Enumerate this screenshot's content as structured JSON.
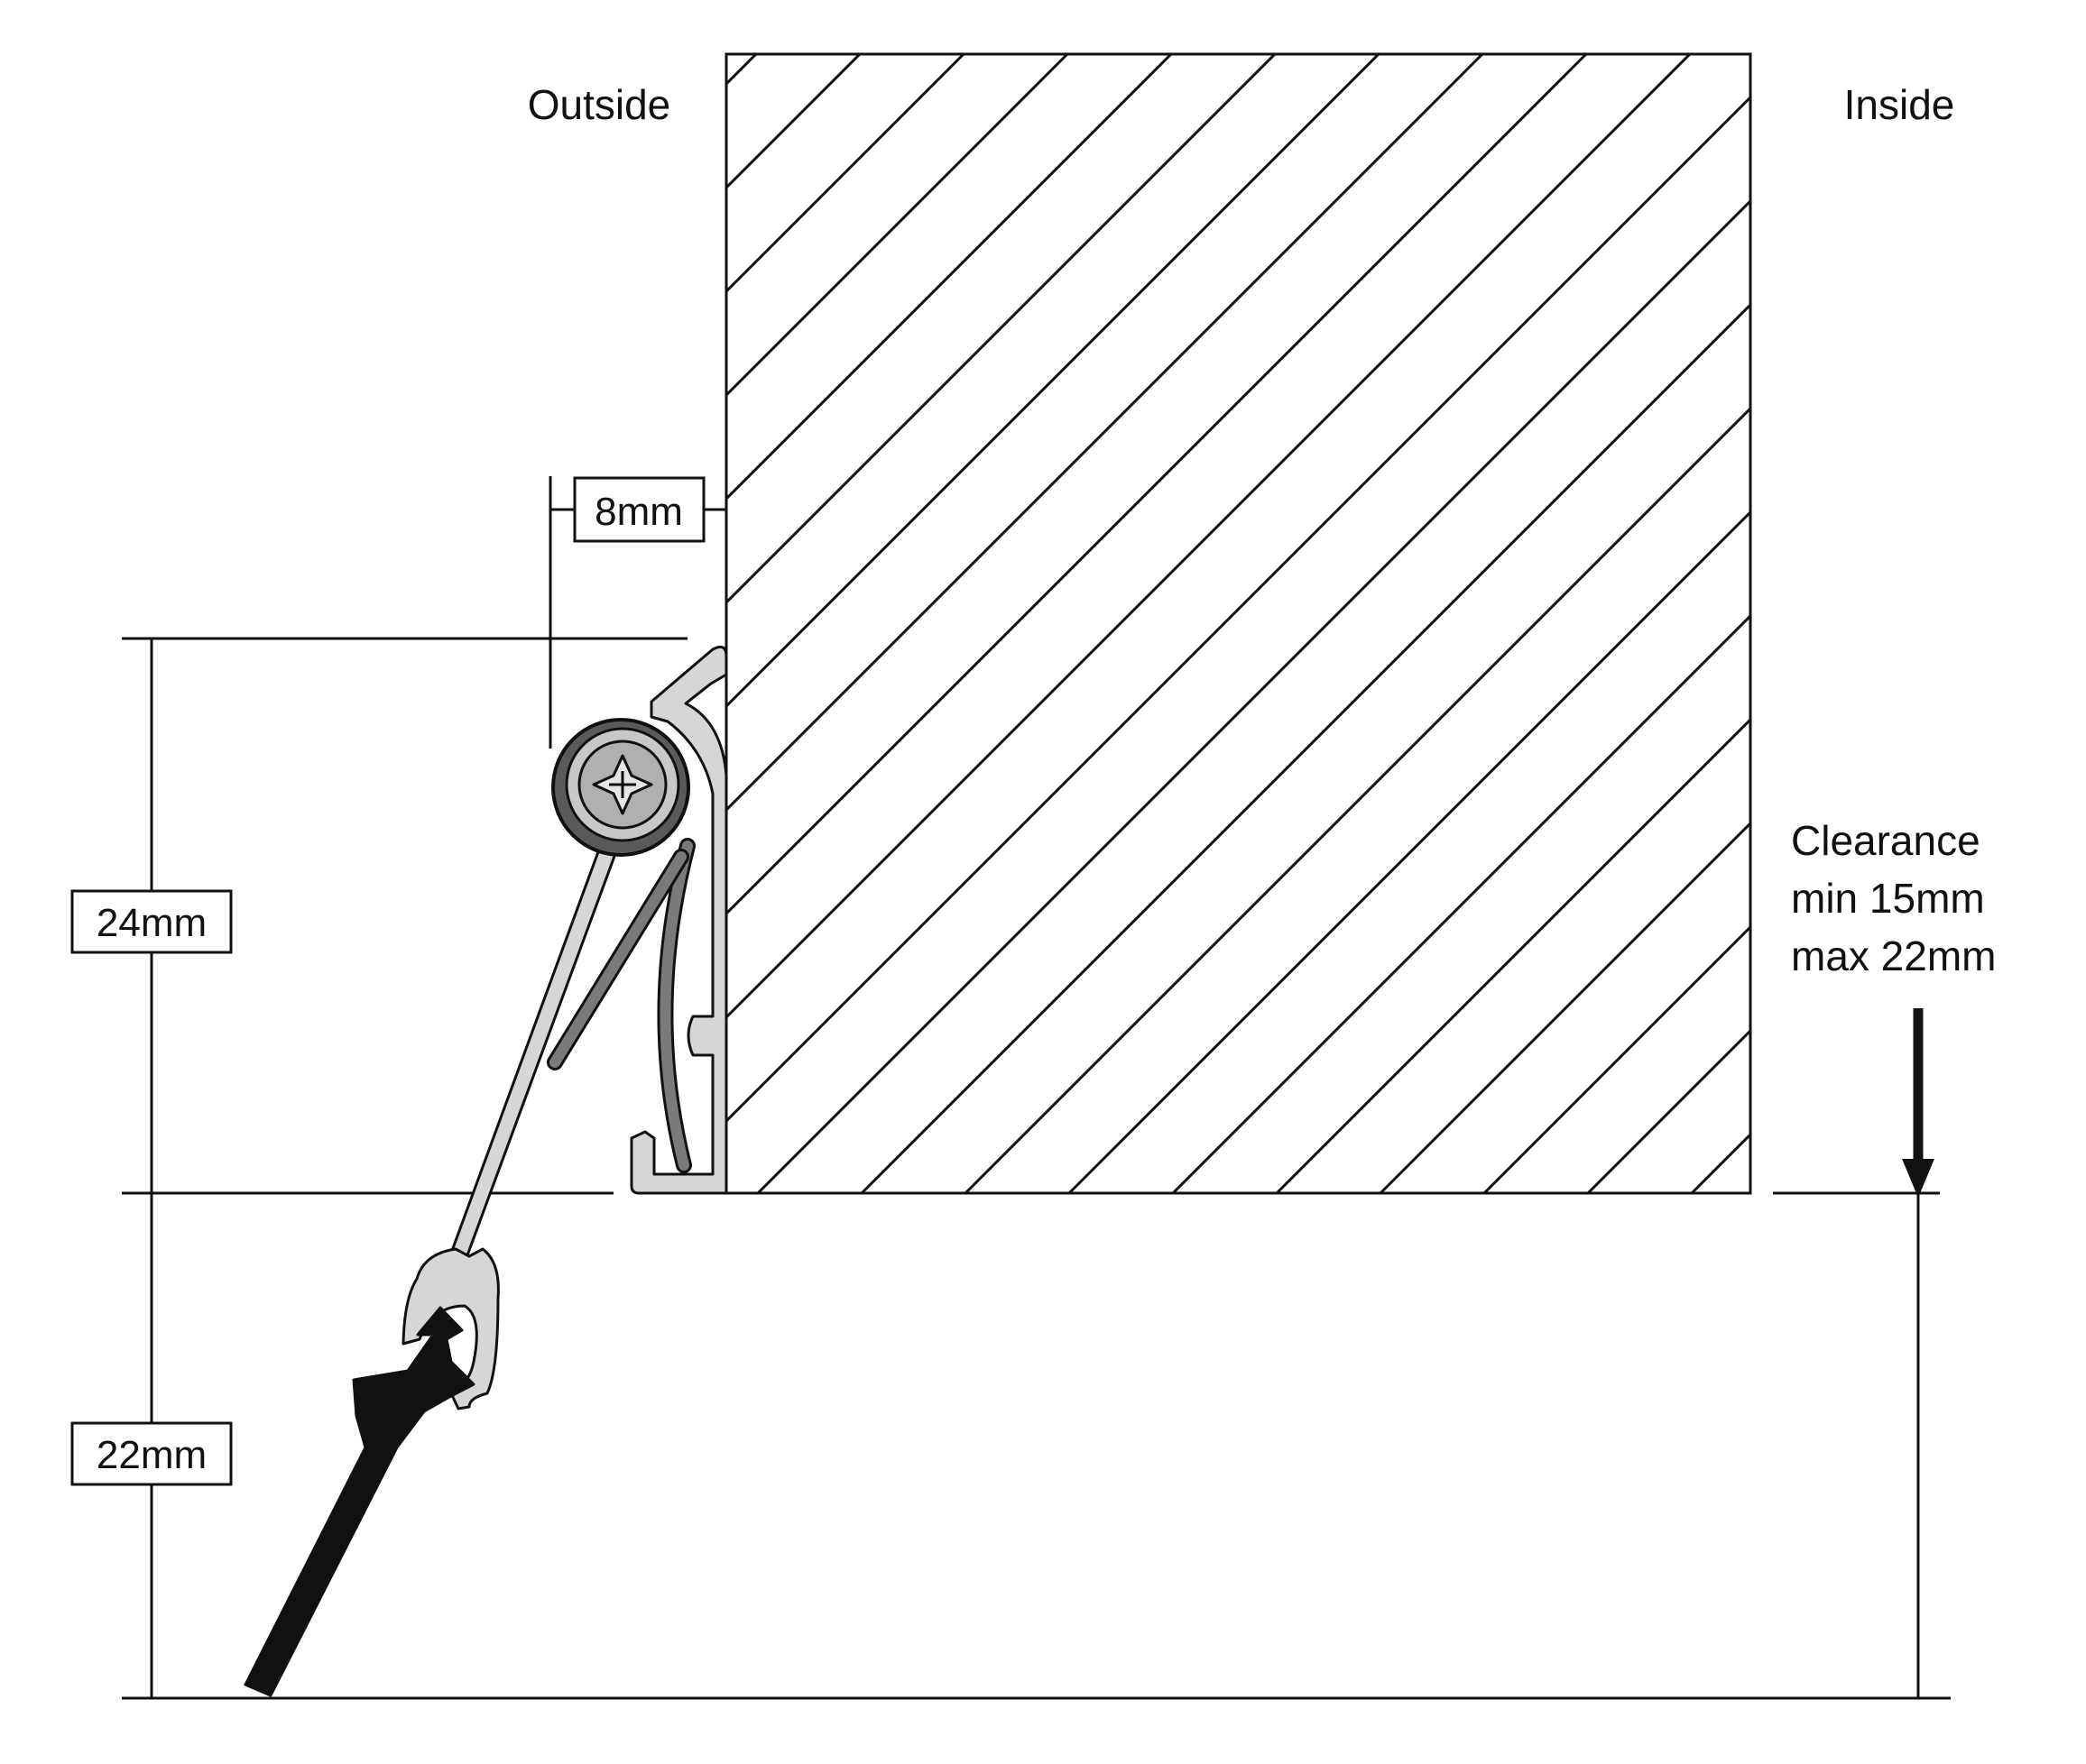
{
  "labels": {
    "outside": "Outside",
    "inside": "Inside",
    "clearance": [
      "Clearance",
      "min 15mm",
      "max 22mm"
    ]
  },
  "dimensions": {
    "offset": "8mm",
    "profile_height": "24mm",
    "brush_height": "22mm"
  },
  "colors": {
    "ink": "#111111",
    "aluminium": "#d6d6d6",
    "rubber_seal": "#7a7a7a",
    "screw_head": "#5a5a5a",
    "brush": "#111111"
  },
  "icons": {
    "screw": "pozidriv-screw-icon",
    "arrow": "down-arrow-icon"
  }
}
